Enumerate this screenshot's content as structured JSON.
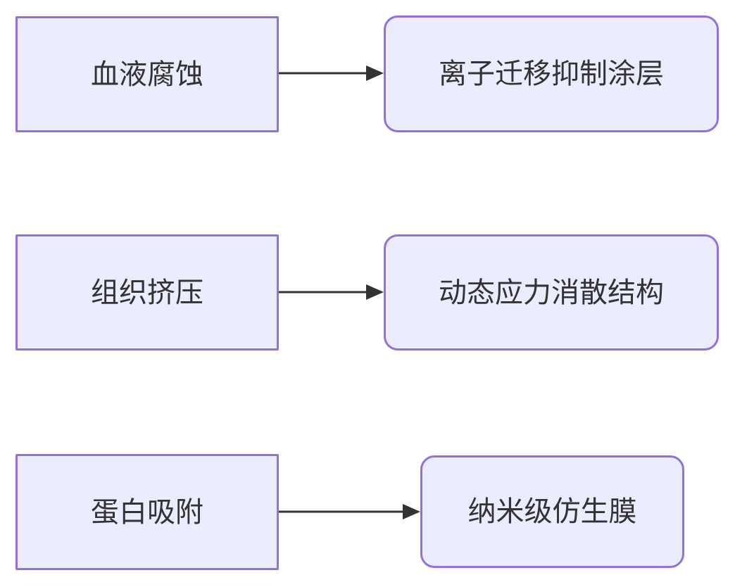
{
  "diagram": {
    "type": "flowchart-LR",
    "rows": [
      {
        "source": "血液腐蚀",
        "target": "离子迁移抑制涂层"
      },
      {
        "source": "组织挤压",
        "target": "动态应力消散结构"
      },
      {
        "source": "蛋白吸附",
        "target": "纳米级仿生膜"
      }
    ],
    "colors": {
      "node_fill": "#ECECFF",
      "node_border": "#9370DB",
      "edge": "#333333",
      "text": "#333333"
    }
  }
}
